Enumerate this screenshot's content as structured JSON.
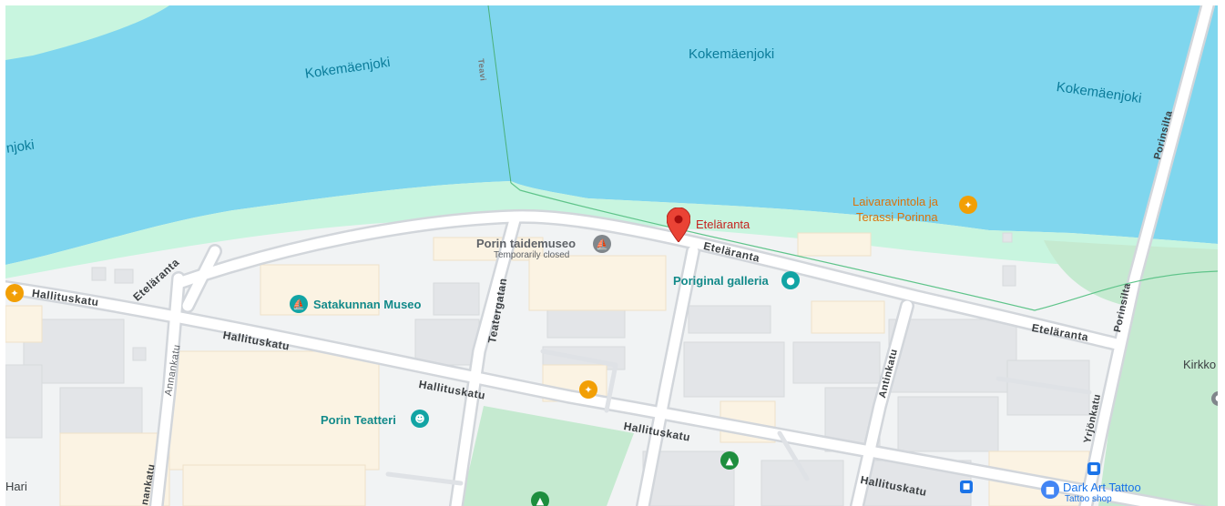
{
  "water": {
    "river_label_left": "Kokemäenjoki",
    "river_label_center": "Kokemäenjoki",
    "river_label_right": "Kokemäenjoki",
    "river_label_cut": "njoki",
    "color": "#7fd6ee"
  },
  "streets": {
    "hallituskatu_1": "Hallituskatu",
    "hallituskatu_2": "Hallituskatu",
    "hallituskatu_3": "Hallituskatu",
    "hallituskatu_4": "Hallituskatu",
    "hallituskatu_5": "Hallituskatu",
    "etelaranta_1": "Eteläranta",
    "etelaranta_2": "Eteläranta",
    "etelaranta_3": "Eteläranta",
    "teatergatan": "Teatergatan",
    "annankatu_1": "Annankatu",
    "annankatu_2": "nankatu",
    "antinkatu": "Antinkatu",
    "yrjonkatu": "Yrjönkatu",
    "porinsilta_1": "Porinsilta",
    "porinsilta_2": "Porinsilta",
    "teavi": "Teavi"
  },
  "places": {
    "selected": "Eteläranta",
    "porin_taidemuseo": "Porin taidemuseo",
    "porin_taidemuseo_status": "Temporarily closed",
    "satakunnan_museo": "Satakunnan Museo",
    "poriginal_galleria": "Poriginal galleria",
    "laivaravintola_1": "Laivaravintola ja",
    "laivaravintola_2": "Terassi Porinna",
    "porin_teatteri": "Porin Teatteri",
    "dark_art_tattoo": "Dark Art Tattoo",
    "dark_art_tattoo_type": "Tattoo shop",
    "kirkko_cut": "Kirkko",
    "hari_cut": "Hari"
  },
  "icons": {
    "museum": "museum-icon",
    "restaurant": "restaurant-icon",
    "theater": "theater-icon",
    "gallery": "palette-icon",
    "park": "tree-icon",
    "shop": "shopping-bag-icon",
    "transit": "bus-icon",
    "marker": "map-pin-icon"
  },
  "colors": {
    "marker": "#ea4335",
    "poi_teal": "#12a4a4",
    "poi_orange": "#f29f05",
    "park": "#c5ead0",
    "shore": "#c8f5df"
  }
}
